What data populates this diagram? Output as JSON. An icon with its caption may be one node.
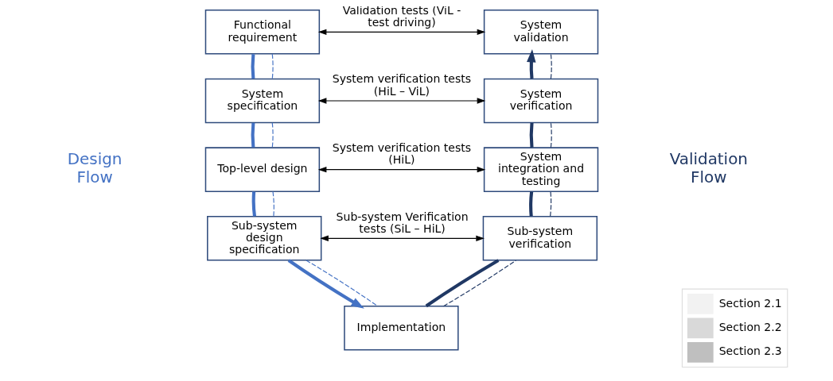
{
  "diagram": {
    "nodes": [
      {
        "text": [
          "Functional requirement"
        ]
      },
      {
        "text": [
          "System validation"
        ]
      },
      {
        "text": [
          "System specification"
        ]
      },
      {
        "text": [
          "System verification"
        ]
      },
      {
        "text": [
          "Top-level design"
        ]
      },
      {
        "text": [
          "System integration and testing"
        ]
      },
      {
        "text": [
          "Sub-system design specification"
        ]
      },
      {
        "text": [
          "Sub-system verification"
        ]
      },
      {
        "text": [
          "Implementation"
        ]
      }
    ],
    "edges": [
      {
        "from": 0,
        "to": 1,
        "arrow": "both",
        "label": "Validation tests (ViL - test driving)",
        "color": "#000000"
      },
      {
        "from": 2,
        "to": 3,
        "arrow": "both",
        "label": "System verification tests (HiL – ViL)",
        "color": "#000000"
      },
      {
        "from": 4,
        "to": 5,
        "arrow": "both",
        "label": "System verification tests (HiL)",
        "color": "#000000"
      },
      {
        "from": 6,
        "to": 7,
        "arrow": "both",
        "label": "Sub-system Verification tests (SiL – HiL)",
        "color": "#000000"
      },
      {
        "from": 0,
        "to": 2,
        "arrow": "none",
        "style": "thick",
        "color": "#4472c4"
      },
      {
        "from": 2,
        "to": 4,
        "arrow": "none",
        "style": "thick",
        "color": "#4472c4"
      },
      {
        "from": 4,
        "to": 6,
        "arrow": "none",
        "style": "thick",
        "color": "#4472c4"
      },
      {
        "from": 6,
        "to": 8,
        "arrow": "to",
        "style": "thick",
        "color": "#4472c4"
      },
      {
        "from": 0,
        "to": 2,
        "arrow": "none",
        "style": "dashed",
        "color": "#4472c4"
      },
      {
        "from": 2,
        "to": 4,
        "arrow": "none",
        "style": "dashed",
        "color": "#4472c4"
      },
      {
        "from": 4,
        "to": 6,
        "arrow": "none",
        "style": "dashed",
        "color": "#4472c4"
      },
      {
        "from": 6,
        "to": 8,
        "arrow": "none",
        "style": "dashed",
        "color": "#4472c4"
      },
      {
        "from": 8,
        "to": 7,
        "arrow": "none",
        "style": "thick",
        "color": "#203864"
      },
      {
        "from": 7,
        "to": 5,
        "arrow": "none",
        "style": "thick",
        "color": "#203864"
      },
      {
        "from": 5,
        "to": 3,
        "arrow": "none",
        "style": "thick",
        "color": "#203864"
      },
      {
        "from": 3,
        "to": 1,
        "arrow": "to",
        "style": "thick",
        "color": "#203864"
      },
      {
        "from": 8,
        "to": 7,
        "arrow": "none",
        "style": "dashed",
        "color": "#203864"
      },
      {
        "from": 7,
        "to": 5,
        "arrow": "none",
        "style": "dashed",
        "color": "#203864"
      },
      {
        "from": 5,
        "to": 3,
        "arrow": "none",
        "style": "dashed",
        "color": "#203864"
      },
      {
        "from": 3,
        "to": 1,
        "arrow": "none",
        "style": "dashed",
        "color": "#203864"
      }
    ],
    "labels": [
      "Design Flow",
      "Validation Flow"
    ],
    "legend": [
      {
        "text": "Section 2.1",
        "color": "#f2f2f2"
      },
      {
        "text": "Section 2.2",
        "color": "#d9d9d9"
      },
      {
        "text": "Section 2.3",
        "color": "#bfbfbf"
      }
    ]
  }
}
